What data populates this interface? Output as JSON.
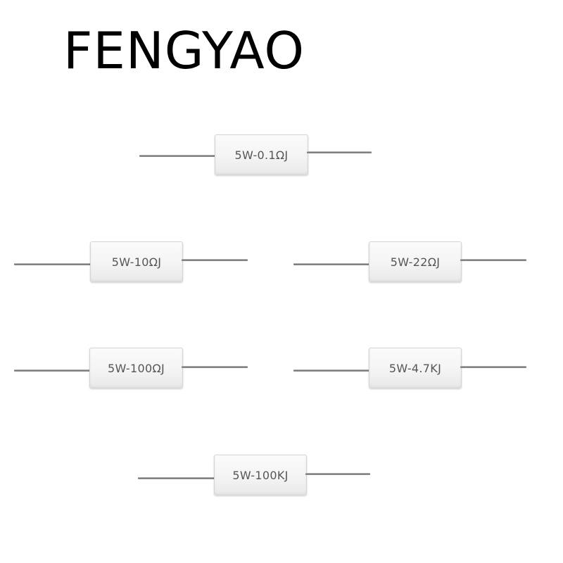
{
  "brand": "FENGYAO",
  "resistors": [
    {
      "label": "5W-0.1ΩJ"
    },
    {
      "label": "5W-10ΩJ"
    },
    {
      "label": "5W-22ΩJ"
    },
    {
      "label": "5W-100ΩJ"
    },
    {
      "label": "5W-4.7KJ"
    },
    {
      "label": "5W-100KJ"
    }
  ]
}
